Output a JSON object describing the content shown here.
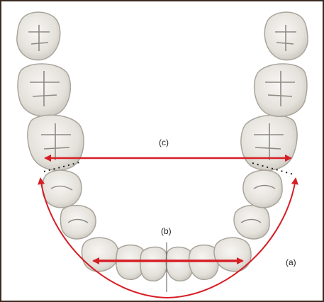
{
  "labels": {
    "a": "(a)",
    "b": "(b)",
    "c": "(c)"
  },
  "colors": {
    "arrow": "#d61f26",
    "frame": "#3a2a20",
    "tooth_fill": "#e7e5e0",
    "tooth_edge": "#a9a59c",
    "tooth_shadow": "#8e8a82",
    "dots": "#222222"
  },
  "icons": {
    "arrowheads": "arrow-head-icon"
  }
}
